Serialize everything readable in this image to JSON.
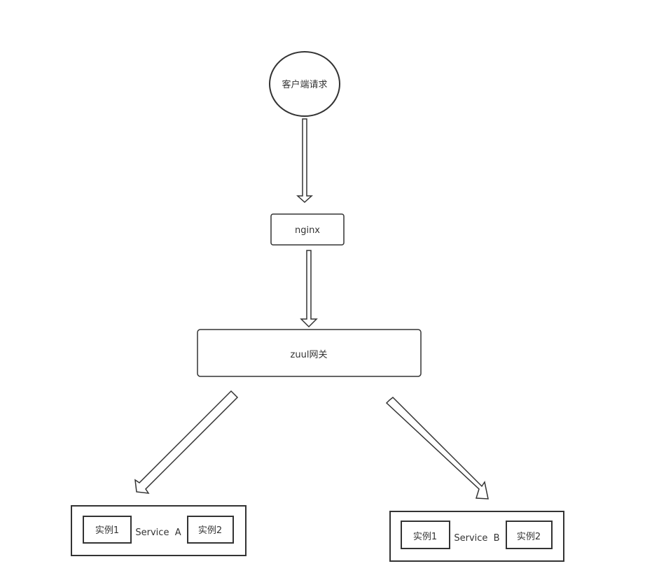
{
  "nodes": {
    "client": "客户端请求",
    "nginx": "nginx",
    "gateway": "zuul网关",
    "service_a": {
      "label": "Service  A",
      "instance1": "实例1",
      "instance2": "实例2"
    },
    "service_b": {
      "label": "Service  B",
      "instance1": "实例1",
      "instance2": "实例2"
    }
  },
  "colors": {
    "stroke": "#333333",
    "fill": "#ffffff",
    "text": "#333333"
  }
}
